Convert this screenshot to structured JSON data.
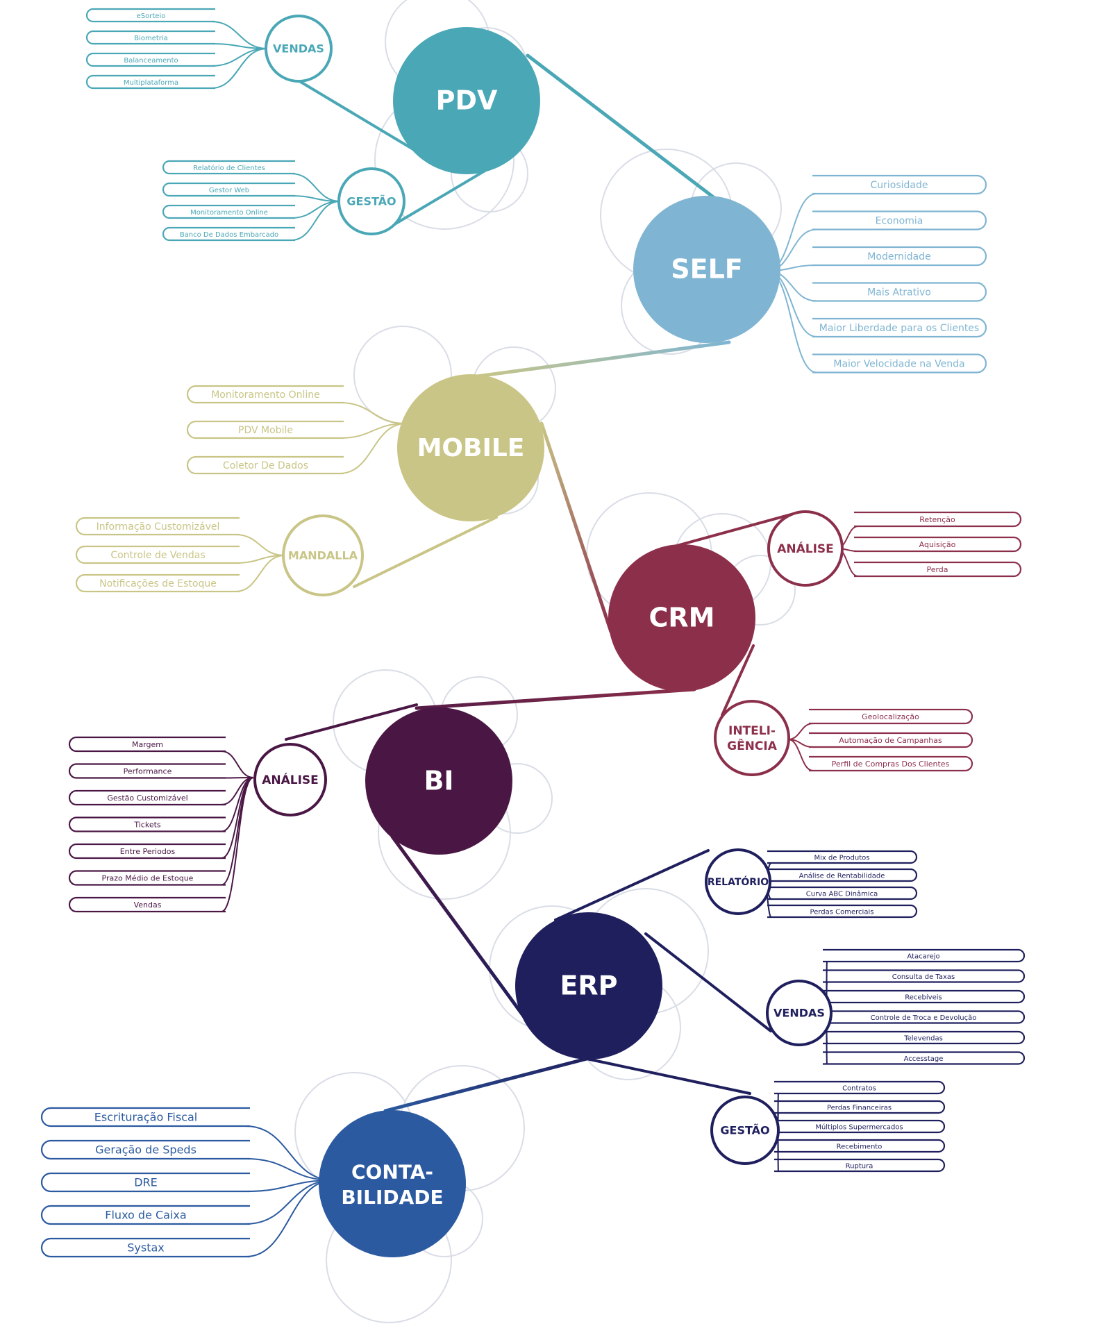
{
  "colors": {
    "pdv": "#4aa7b6",
    "self": "#7fb5d2",
    "mobile": "#c9c586",
    "crm": "#8c2f4a",
    "bi": "#4a1745",
    "erp": "#1f1f5e",
    "contabilidade": "#2b5aa0",
    "ghost": "#d9dde6"
  },
  "nodes": {
    "pdv": {
      "label": "PDV",
      "groups": {
        "vendas": {
          "label": "VENDAS",
          "items": [
            "eSorteio",
            "Biometria",
            "Balanceamento",
            "Multiplataforma"
          ]
        },
        "gestao": {
          "label": "GESTÃO",
          "items": [
            "Relatório de Clientes",
            "Gestor Web",
            "Monitoramento Online",
            "Banco De Dados Embarcado"
          ]
        }
      }
    },
    "self": {
      "label": "SELF",
      "items": [
        "Curiosidade",
        "Economia",
        "Modernidade",
        "Mais Atrativo",
        "Maior Liberdade para os Clientes",
        "Maior Velocidade na Venda"
      ]
    },
    "mobile": {
      "label": "MOBILE",
      "items": [
        "Monitoramento Online",
        "PDV Mobile",
        "Coletor De Dados"
      ],
      "groups": {
        "mandalla": {
          "label": "MANDALLA",
          "items": [
            "Informação Customizável",
            "Controle de Vendas",
            "Notificações de Estoque"
          ]
        }
      }
    },
    "crm": {
      "label": "CRM",
      "groups": {
        "analise": {
          "label": "ANÁLISE",
          "items": [
            "Retenção",
            "Aquisição",
            "Perda"
          ]
        },
        "inteligencia": {
          "label1": "INTELI-",
          "label2": "GÊNCIA",
          "items": [
            "Geolocalização",
            "Automação de Campanhas",
            "Perfil de Compras Dos Clientes"
          ]
        }
      }
    },
    "bi": {
      "label": "BI",
      "groups": {
        "analise": {
          "label": "ANÁLISE",
          "items": [
            "Margem",
            "Performance",
            "Gestão Customizável",
            "Tickets",
            "Entre Periodos",
            "Prazo Médio de Estoque",
            "Vendas"
          ]
        }
      }
    },
    "erp": {
      "label": "ERP",
      "groups": {
        "relatorio": {
          "label": "RELATÓRIO",
          "items": [
            "Mix de Produtos",
            "Análise de Rentabilidade",
            "Curva ABC Dinâmica",
            "Perdas Comerciais"
          ]
        },
        "vendas": {
          "label": "VENDAS",
          "items": [
            "Atacarejo",
            "Consulta de Taxas",
            "Recebíveis",
            "Controle de Troca e Devolução",
            "Televendas",
            "Accesstage"
          ]
        },
        "gestao": {
          "label": "GESTÃO",
          "items": [
            "Contratos",
            "Perdas Financeiras",
            "Múltiplos Supermercados",
            "Recebimento",
            "Ruptura"
          ]
        }
      }
    },
    "contabilidade": {
      "label1": "CONTA-",
      "label2": "BILIDADE",
      "items": [
        "Escrituração Fiscal",
        "Geração de Speds",
        "DRE",
        "Fluxo de Caixa",
        "Systax"
      ]
    }
  }
}
